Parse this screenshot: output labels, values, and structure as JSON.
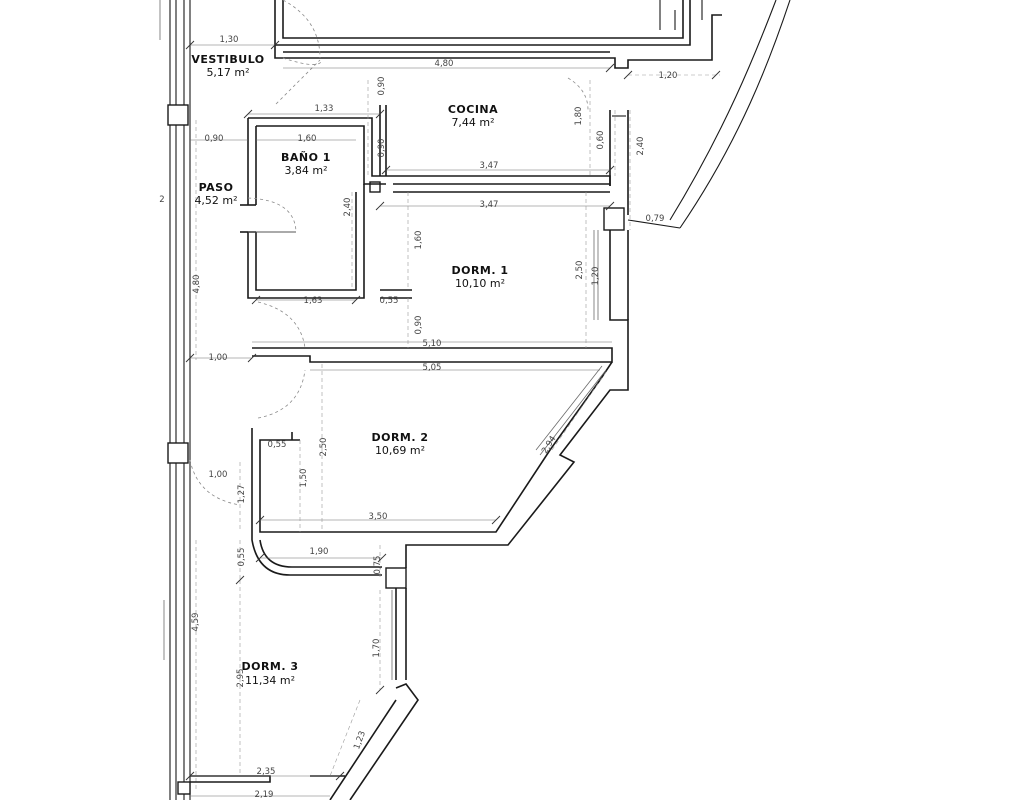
{
  "rooms": {
    "vestibulo": {
      "name": "VESTIBULO",
      "area": "5,17 m²"
    },
    "cocina": {
      "name": "COCINA",
      "area": "7,44 m²"
    },
    "bano1": {
      "name": "BAÑO 1",
      "area": "3,84 m²"
    },
    "paso": {
      "name": "PASO",
      "area": "4,52 m²"
    },
    "dorm1": {
      "name": "DORM. 1",
      "area": "10,10 m²"
    },
    "dorm2": {
      "name": "DORM. 2",
      "area": "10,69 m²"
    },
    "dorm3": {
      "name": "DORM. 3",
      "area": "11,34 m²"
    }
  },
  "dimensions": {
    "d_1_30": "1,30",
    "d_4_80_top": "4,80",
    "d_1_20": "1,20",
    "d_0_90_a": "0,90",
    "d_1_33": "1,33",
    "d_0_90_b": "0,90",
    "d_1_60_h": "1,60",
    "d_0_90_c": "0,90",
    "d_1_80": "1,80",
    "d_0_60": "0,60",
    "d_2_40_right": "2,40",
    "d_3_47_a": "3,47",
    "d_3_47_b": "3,47",
    "d_0_79": "0,79",
    "d_2": "2",
    "d_2_40_bath": "2,40",
    "d_1_60_v": "1,60",
    "d_2_50_a": "2,50",
    "d_1_20_v": "1,20",
    "d_4_80_left": "4,80",
    "d_1_63": "1,63",
    "d_0_55_a": "0,55",
    "d_0_90_d": "0,90",
    "d_5_10": "5,10",
    "d_1_00_a": "1,00",
    "d_5_05": "5,05",
    "d_0_55_b": "0,55",
    "d_2_50_b": "2,50",
    "d_2_94": "2,94",
    "d_1_00_b": "1,00",
    "d_1_50": "1,50",
    "d_1_27": "1,27",
    "d_3_50": "3,50",
    "d_0_55_c": "0,55",
    "d_1_90": "1,90",
    "d_0_75": "0,75",
    "d_4_59": "4,59",
    "d_1_70": "1,70",
    "d_2_95": "2,95",
    "d_1_23": "1,23",
    "d_2_35": "2,35",
    "d_2_19": "2,19"
  }
}
